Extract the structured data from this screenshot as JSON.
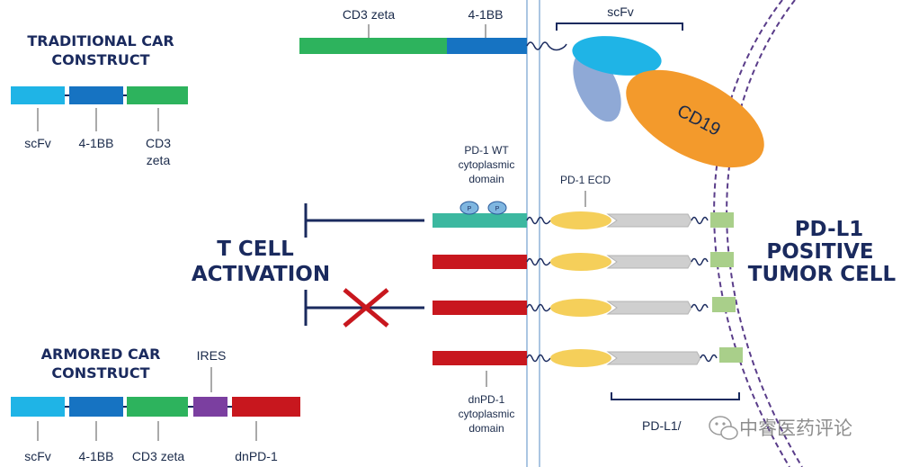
{
  "traditional": {
    "title_line1": "TRADITIONAL CAR",
    "title_line2": "CONSTRUCT",
    "labels": [
      "scFv",
      "4-1BB",
      "CD3",
      "zeta"
    ]
  },
  "armored": {
    "title_line1": "ARMORED CAR",
    "title_line2": "CONSTRUCT",
    "ires": "IRES",
    "labels": [
      "scFv",
      "4-1BB",
      "CD3 zeta",
      "dnPD-1"
    ]
  },
  "top": {
    "cd3zeta": "CD3 zeta",
    "bb": "4-1BB",
    "scfv": "scFv",
    "cd19": "CD19"
  },
  "middle": {
    "wt_line1": "PD-1 WT",
    "wt_line2": "cytoplasmic",
    "wt_line3": "domain",
    "ecd": "PD-1 ECD",
    "dn_line1": "dnPD-1",
    "dn_line2": "cytoplasmic",
    "dn_line3": "domain",
    "p_label": "P"
  },
  "activation": {
    "line1": "T CELL",
    "line2": "ACTIVATION"
  },
  "tumor": {
    "line1": "PD-L1",
    "line2": "POSITIVE",
    "line3": "TUMOR CELL",
    "pdl1": "PD-L1/"
  },
  "watermark": "中睿医药评论",
  "colors": {
    "scfv": "#1fb4e6",
    "bb41": "#1673c2",
    "cd3zeta": "#2db35d",
    "ires": "#7b3fa0",
    "dnpd1": "#c8171e",
    "wt": "#3cb8a0",
    "navy": "#1a2a5e",
    "ecd": "#f5cf5a",
    "cd19": "#f39a2c",
    "grey": "#cfcfcf",
    "pdl1": "#a9cf8a",
    "membrane": "#5a3d8a"
  }
}
